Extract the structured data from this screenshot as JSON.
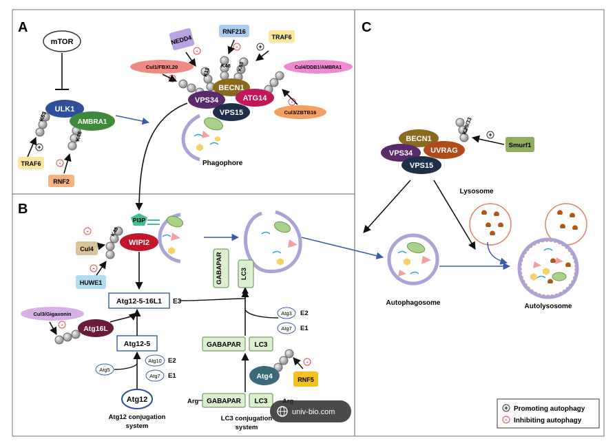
{
  "panels": {
    "a": "A",
    "b": "B",
    "c": "C"
  },
  "panel_a": {
    "mtor": "mTOR",
    "ulk1": "ULK1",
    "ambra1": "AMBRA1",
    "k63_ulk1": "K63",
    "k48_ambra1": "K48",
    "traf6_left": "TRAF6",
    "rnf2": "RNF2",
    "nedd4": "NEDD4",
    "rnf216": "RNF216",
    "traf6_top": "TRAF6",
    "cul1": "Cul1/FBXL20",
    "cul4_ddb1": "Cul4/DDB1/AMBRA1",
    "cul3_zbtb16": "Cul3/ZBTB16",
    "k11": "K11",
    "k48_top": "K48",
    "k63_top": "K63",
    "becn1": "BECN1",
    "vps34": "VPS34",
    "atg14": "ATG14",
    "vps15": "VPS15",
    "phagophore": "Phagophore"
  },
  "panel_b": {
    "pi3p": "PI3P",
    "wipi2": "WIPI2",
    "k48": "K48",
    "cul4": "Cul4",
    "huwe1": "HUWE1",
    "atg12_5_16l1": "Atg12-5-16L1",
    "e3": "E3",
    "cul3_gigaxonin": "Cul3/Gigaxonin",
    "atg16l": "Atg16L",
    "atg12_5": "Atg12-5",
    "atg10": "Atg10",
    "e2_left": "E2",
    "atg5": "Atg5",
    "atg7_left": "Atg7",
    "e1_left": "E1",
    "atg12": "Atg12",
    "atg12_system": "Atg12 conjugation system",
    "gabapar_vertical": "GABAPAR",
    "lc3_vertical": "LC3",
    "atg3": "Atg3",
    "e2_right": "E2",
    "atg7_right": "Atg7",
    "e1_right": "E1",
    "gabapar_mid": "GABAPAR",
    "lc3_mid": "LC3",
    "atg4": "Atg4",
    "rnf5": "RNF5",
    "arg_left": "Arg",
    "gabapar_bottom": "GABAPAR",
    "lc3_bottom": "LC3",
    "arg_right": "Arg",
    "lc3_system": "LC3 conjugation system"
  },
  "panel_c": {
    "becn1": "BECN1",
    "vps34": "VPS34",
    "uvrag": "UVRAG",
    "vps15": "VPS15",
    "k29_33": "K29/33",
    "smurf1": "Smurf1",
    "lysosome": "Lysosome",
    "autophagosome": "Autophagosome",
    "autolysosome": "Autolysosome"
  },
  "legend": {
    "plus": "+",
    "minus": "-",
    "promoting": "Promoting autophagy",
    "inhibiting": "Inhibiting autophagy"
  },
  "watermark": "univ-bio.com",
  "colors": {
    "ulk1": "#2f4f9a",
    "ambra1": "#3f8a3a",
    "becn1": "#8a6a1e",
    "vps34": "#5a2a6a",
    "atg14": "#c01858",
    "vps15": "#1f2f4a",
    "uvrag": "#b04a1a",
    "wipi2": "#c0182a",
    "atg16l": "#6a1a3a",
    "atg4": "#3a6a78",
    "traf6": "#fbe7a0",
    "rnf2": "#f4b383",
    "nedd4": "#b7a4e0",
    "rnf216": "#a9cdf0",
    "cul1": "#f08a82",
    "cul4_ddb1": "#f08ad0",
    "cul3_zbtb16": "#f4a060",
    "cul4": "#d8c49a",
    "huwe1": "#b0dcf0",
    "cul3_gigaxonin": "#d8b0e8",
    "smurf1": "#8fae60",
    "rnf5": "#f4c020",
    "lc3_box": "#dcefcf",
    "pi3p": "#3fbf9a",
    "arrow_blue": "#3a5aa8"
  }
}
